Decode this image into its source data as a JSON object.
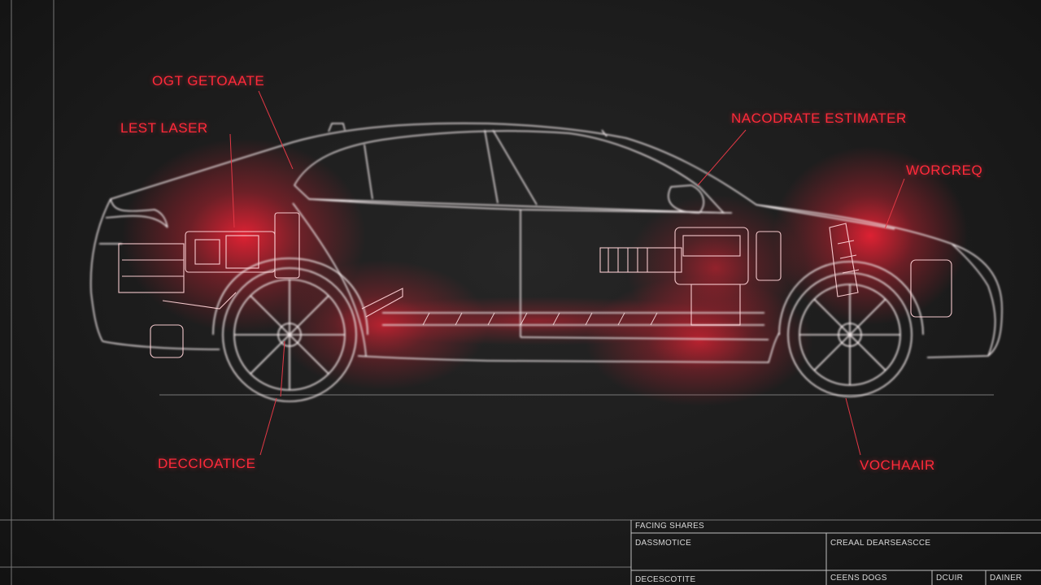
{
  "callouts": {
    "top_left": "OGT GETOAATE",
    "left": "LEST LASER",
    "top_right": "NACODRATE ESTIMATER",
    "right": "WORCREQ",
    "bottom_left": "DECCIOATICE",
    "bottom_right": "VOCHAAIR"
  },
  "title_block": {
    "header": "FACING SHARES",
    "row1_left": "DASSMOTICE",
    "row1_right": "CREAAL DEARSEASCCE",
    "row2_left": "DECESCOTITE",
    "row2_c1": "CEENS DOGS",
    "row2_c2": "DCUIR",
    "row2_c3": "DAINER"
  },
  "colors": {
    "glow": "#ff2236",
    "label": "#ff2a3a",
    "line": "#e8e8e8",
    "background": "#1c1c1c"
  }
}
